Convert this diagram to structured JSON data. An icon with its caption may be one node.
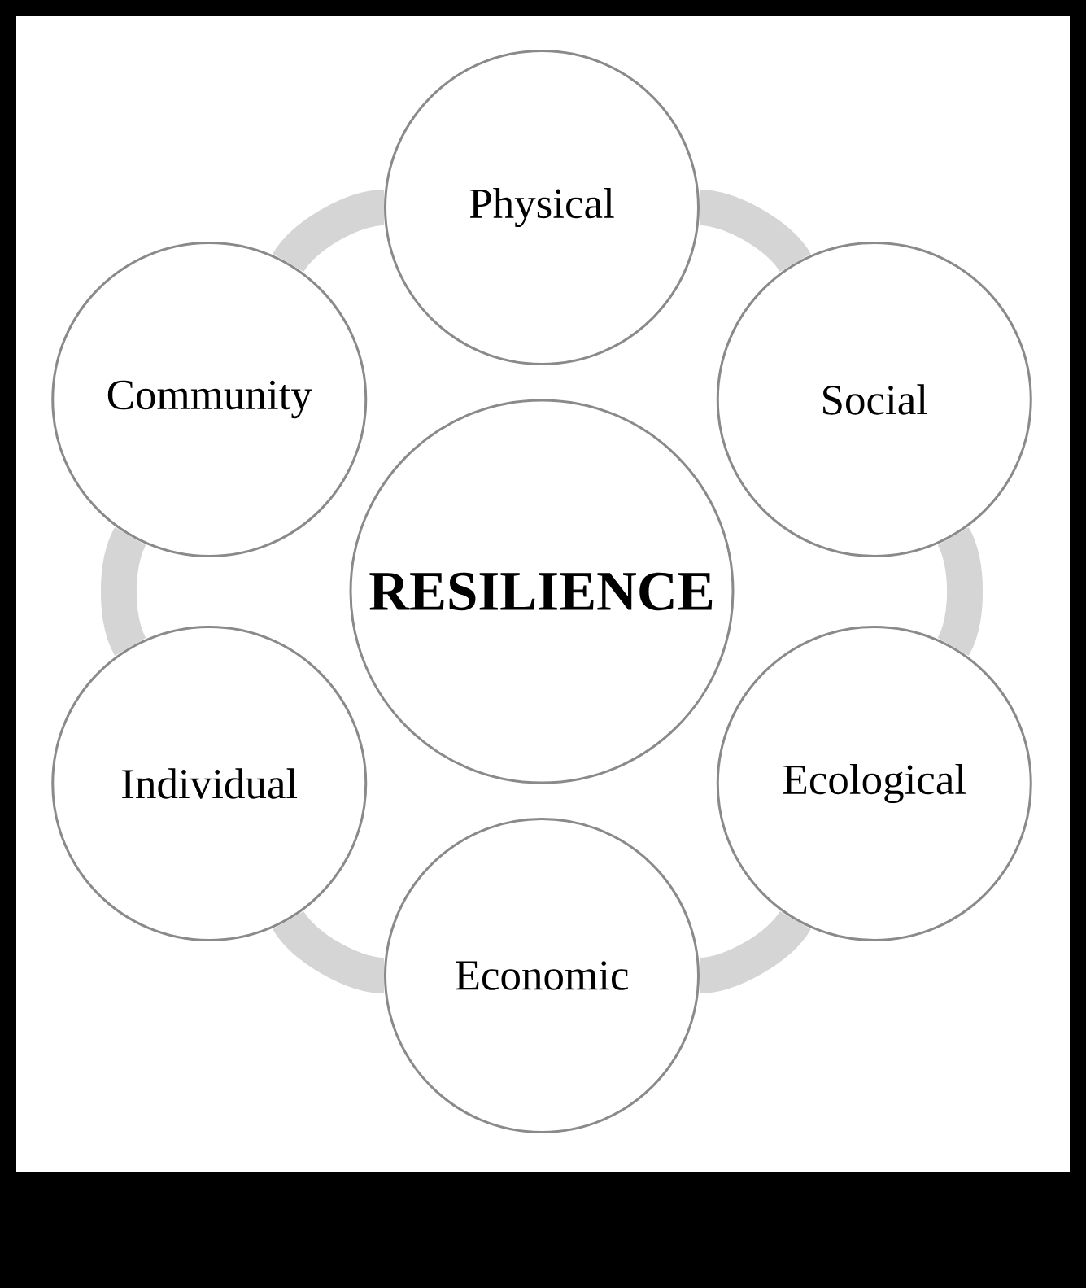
{
  "diagram": {
    "nodes": [
      {
        "text": [
          "RESILIENCE"
        ]
      },
      {
        "text": [
          "Physical"
        ]
      },
      {
        "text": [
          "Social"
        ]
      },
      {
        "text": [
          "Ecological"
        ]
      },
      {
        "text": [
          "Economic"
        ]
      },
      {
        "text": [
          "Individual"
        ]
      },
      {
        "text": [
          "Community"
        ]
      }
    ],
    "edges": [
      {
        "from": 1,
        "to": 2,
        "arrow": "none"
      },
      {
        "from": 2,
        "to": 3,
        "arrow": "none"
      },
      {
        "from": 3,
        "to": 4,
        "arrow": "none"
      },
      {
        "from": 4,
        "to": 5,
        "arrow": "none"
      },
      {
        "from": 5,
        "to": 6,
        "arrow": "none"
      },
      {
        "from": 6,
        "to": 1,
        "arrow": "none"
      }
    ]
  }
}
